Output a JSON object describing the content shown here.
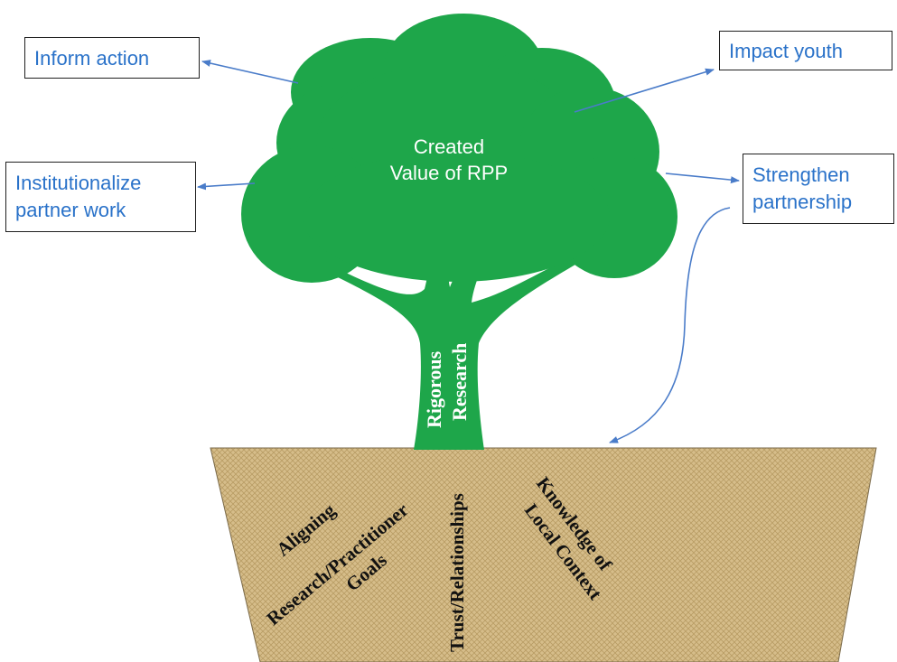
{
  "tree": {
    "canopy_line1": "Created",
    "canopy_line2": "Value of RPP",
    "trunk_line1": "Rigorous",
    "trunk_line2": "Research"
  },
  "outcomes": {
    "inform_action": "Inform action",
    "impact_youth": "Impact youth",
    "institutionalize_line1": "Institutionalize",
    "institutionalize_line2": "partner work",
    "strengthen_line1": "Strengthen",
    "strengthen_line2": "partnership"
  },
  "pot": {
    "aligning_line1": "Aligning",
    "aligning_line2": "Research/Practitioner",
    "aligning_line3": "Goals",
    "trust": "Trust/Relationships",
    "knowledge_line1": "Knowledge of",
    "knowledge_line2": "Local Context"
  },
  "colors": {
    "tree_green": "#1ea64a",
    "soil_tan": "#d6bd8a",
    "arrow_blue": "#4a7cc9",
    "label_blue": "#2a72c9"
  }
}
